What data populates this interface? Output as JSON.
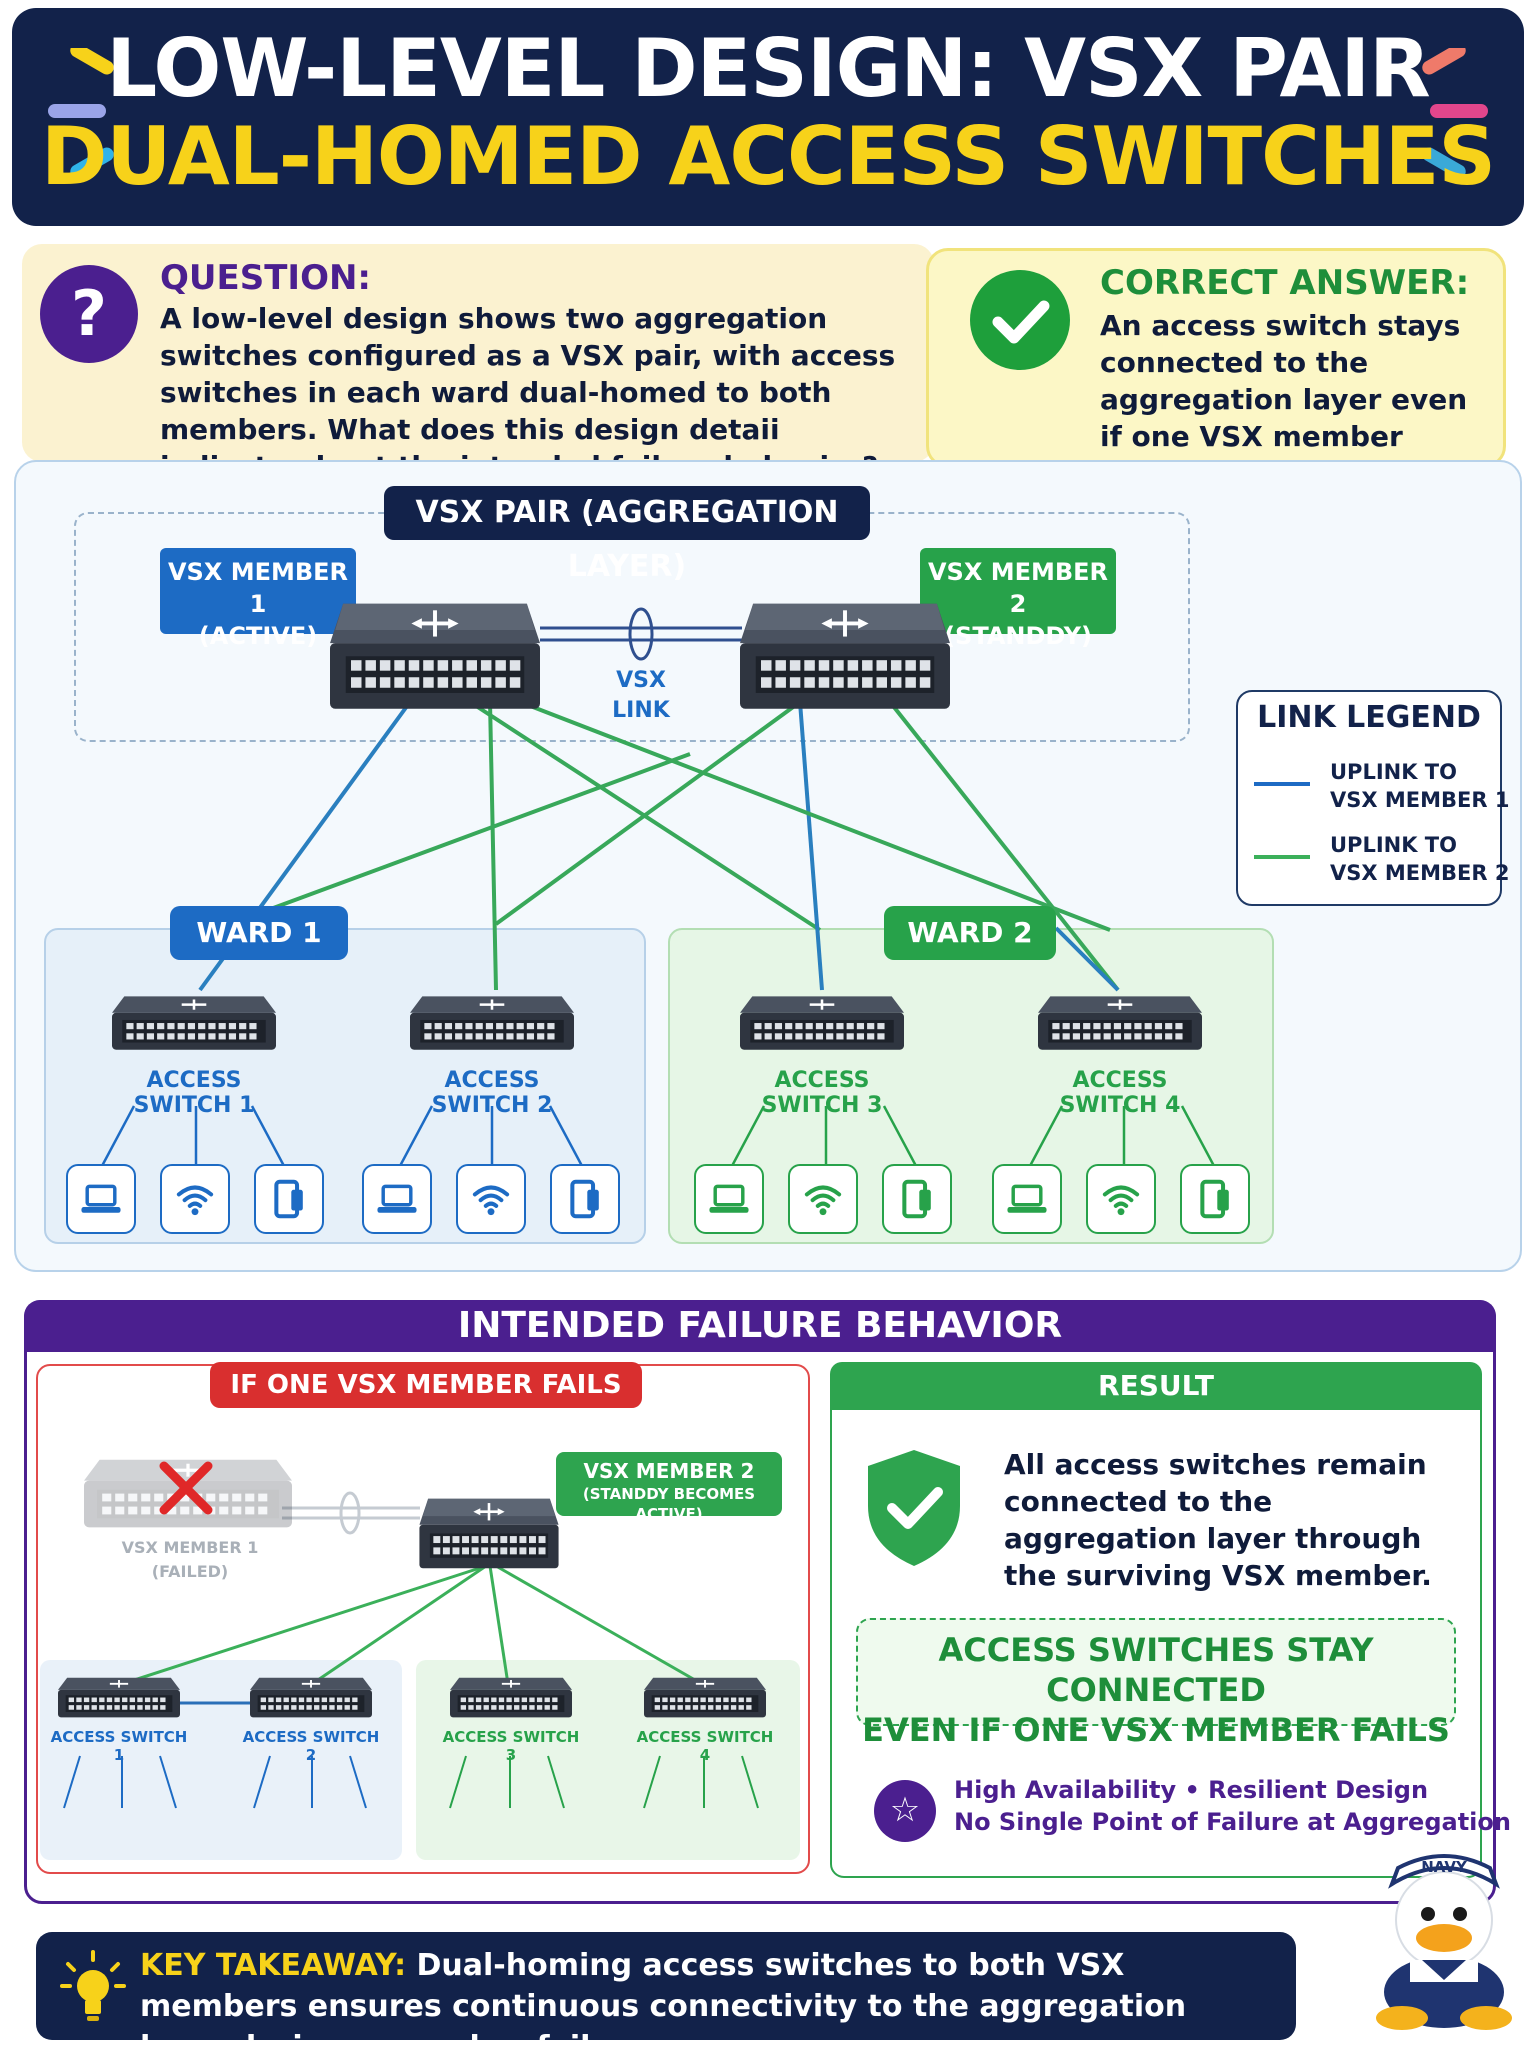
{
  "header": {
    "title_line1": "LOW-LEVEL DESIGN: VSX PAIR",
    "title_line2": "DUAL-HOMED ACCESS SWITCHES"
  },
  "question": {
    "label": "QUESTION:",
    "text": "A low-level design shows two aggregation switches configured as a VSX pair, with access switches in each ward dual-homed to both members. What does this design detaii indicate about tha intended failure behavior?"
  },
  "answer": {
    "label": "CORRECT ANSWER:",
    "text": "An access switch stays connected to the aggregation layer even if one VSX member fails"
  },
  "topology": {
    "vsx_pair_title": "VSX PAIR (AGGREGATION LAYER)",
    "member1": {
      "name": "VSX MEMBER 1",
      "state": "(ACTIVE)"
    },
    "member2": {
      "name": "VSX MEMBER 2",
      "state": "(STANDDY)"
    },
    "vsx_link_label": [
      "VSX",
      "LINK"
    ],
    "wards": [
      {
        "name": "WARD 1",
        "color": "#1d6bc4",
        "switches": [
          "ACCESS SWITCH 1",
          "ACCESS SWITCH 2"
        ]
      },
      {
        "name": "WARD 2",
        "color": "#27a24a",
        "switches": [
          "ACCESS SWITCH 3",
          "ACCESS SWITCH 4"
        ]
      }
    ],
    "endpoint_icons": [
      "laptop-icon",
      "wifi-icon",
      "tablet-icon"
    ]
  },
  "legend": {
    "title": "LINK LEGEND",
    "items": [
      {
        "lines": [
          "UPLINK TO",
          "VSX MEMBER 1"
        ],
        "color": "#1d6bc4"
      },
      {
        "lines": [
          "UPLINK TO",
          "VSX MEMBER 2"
        ],
        "color": "#3bb05a"
      }
    ]
  },
  "failure": {
    "title": "INTENDED FAILURE BEHAVIOR",
    "scenario_tag": "IF ONE VSX MEMBER FAILS",
    "failed_member": [
      "VSX MEMBER 1",
      "(FAILED)"
    ],
    "surviving_member": {
      "name": "VSX MEMBER 2",
      "sub": "(STANDDY BECOMES ACTIVE)"
    },
    "switches": [
      "ACCESS SWITCH 1",
      "ACCESS SWITCH 2",
      "ACCESS SWITCH 3",
      "ACCESS SWITCH 4"
    ],
    "result_tag": "RESULT",
    "result_text": "All access switches remain connected to the aggregation layer through the surviving VSX member.",
    "callout": [
      "ACCESS SWITCHES STAY CONNECTED",
      "EVEN IF ONE VSX MEMBER FAILS"
    ],
    "ha_line1": "High Availability • Resilient Design",
    "ha_line2": "No Single Point of Failure at Aggregation"
  },
  "takeaway": {
    "label": "KEY TAKEAWAY:",
    "text": " Dual-homing access switches to both VSX members ensures continuous connectivity to the aggregation layer during a member failure."
  },
  "mascot": {
    "hat_text": "NAVY"
  },
  "colors": {
    "navy": "#12224a",
    "yellow": "#f7d21a",
    "blue": "#1d6bc4",
    "green": "#27a24a",
    "purple": "#4b1f8f",
    "red": "#d92f2f"
  }
}
